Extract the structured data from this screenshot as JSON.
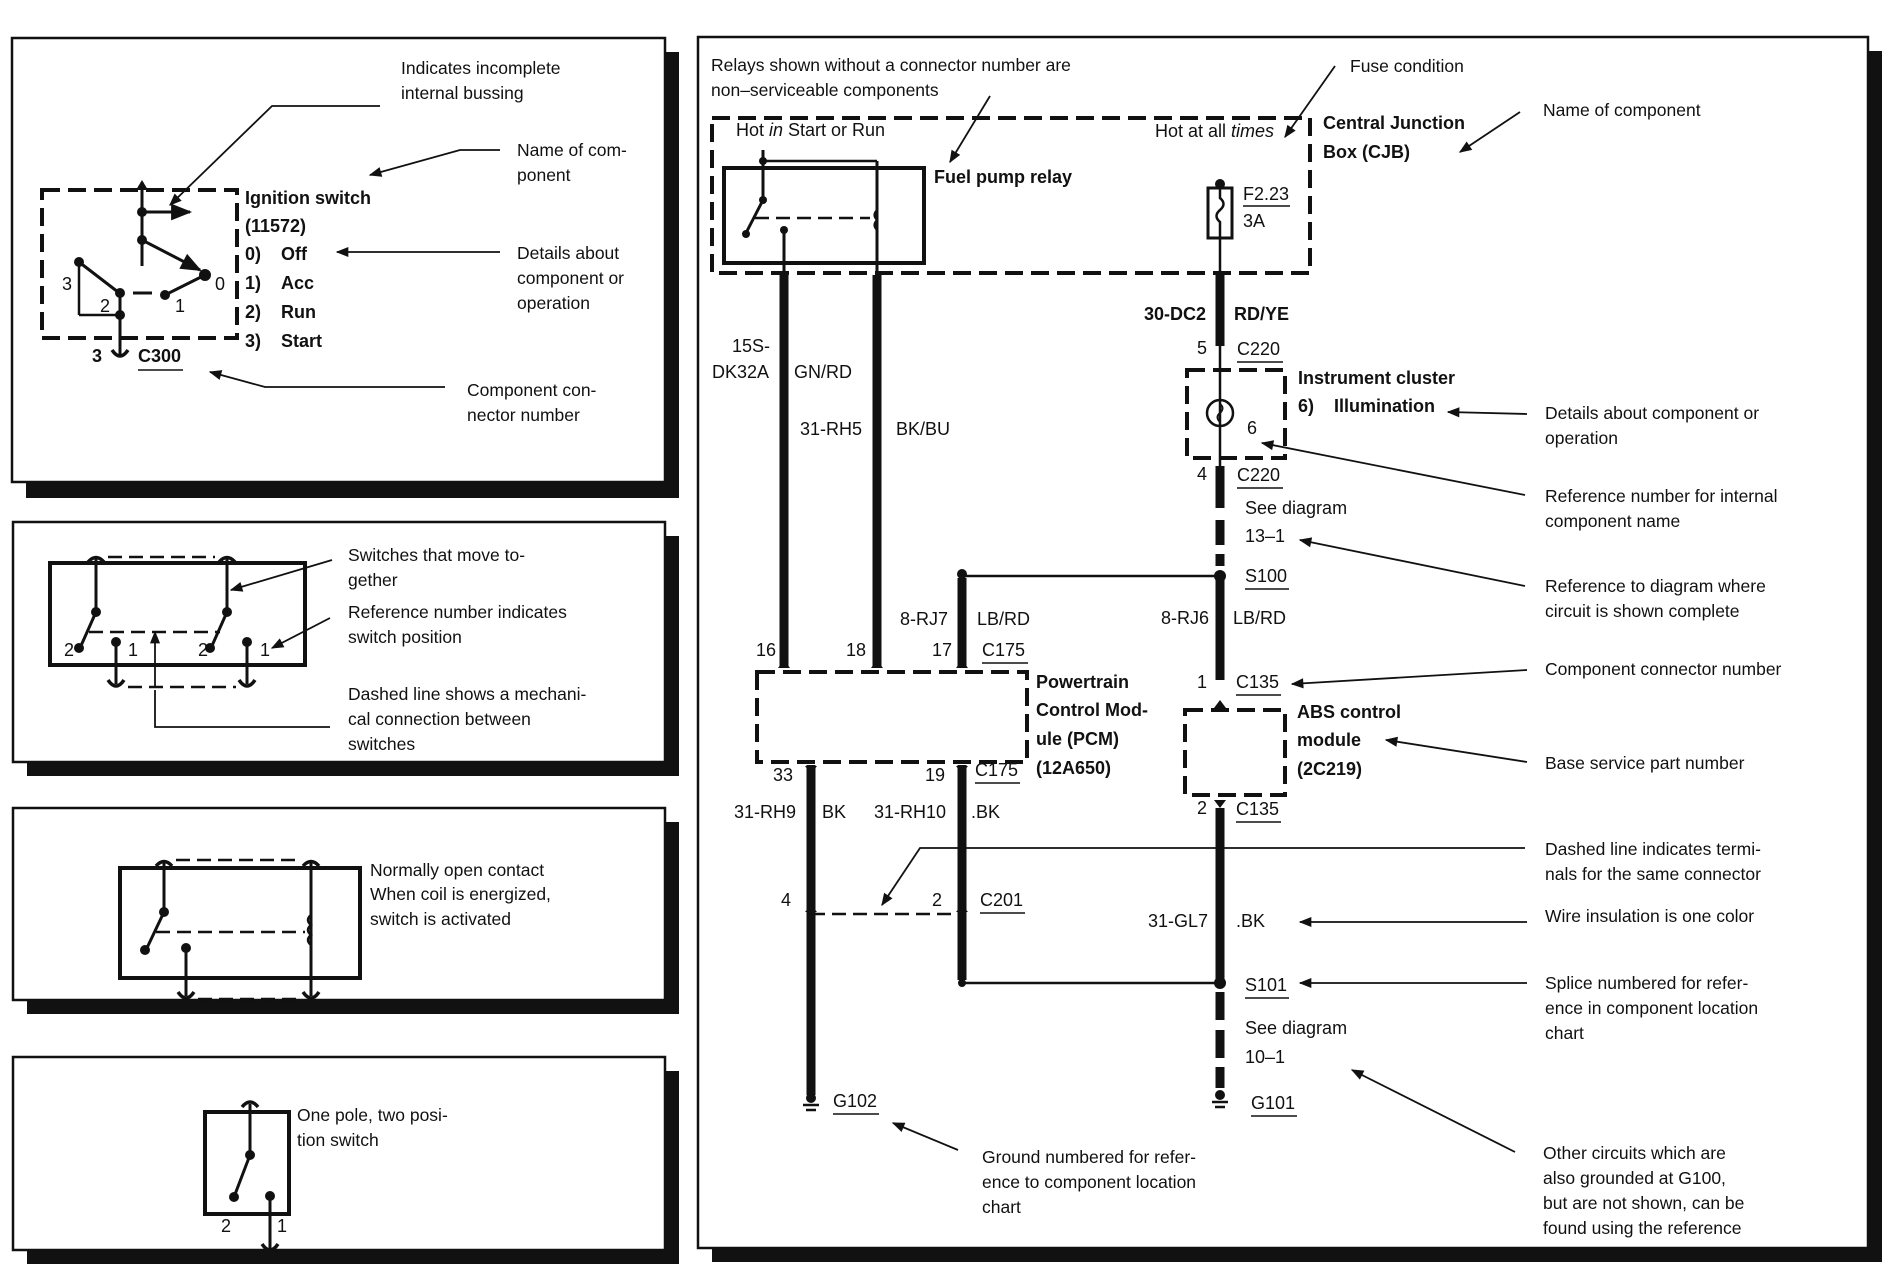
{
  "title": "How to read wiring diagrams - symbol legend",
  "panels": {
    "ignition": {
      "component_name": "Ignition switch",
      "part_number": "(11572)",
      "positions": [
        {
          "num": "0)",
          "label": "Off"
        },
        {
          "num": "1)",
          "label": "Acc"
        },
        {
          "num": "2)",
          "label": "Run"
        },
        {
          "num": "3)",
          "label": "Start"
        }
      ],
      "switch_numbers": [
        "3",
        "2",
        "1",
        "0"
      ],
      "pin": "3",
      "connector": "C300",
      "notes": {
        "bussing": [
          "Indicates incomplete",
          "internal bussing"
        ],
        "name": [
          "Name of com-",
          "ponent"
        ],
        "details": [
          "Details about",
          "component or",
          "operation"
        ],
        "connector": [
          "Component con-",
          "nector number"
        ]
      }
    },
    "ganged": {
      "labels": [
        "2",
        "1",
        "2",
        "1"
      ],
      "notes": {
        "together": [
          "Switches that move to-",
          "gether"
        ],
        "refnum": [
          "Reference number indicates",
          "switch position"
        ],
        "mechanical": [
          "Dashed line shows a mechani-",
          "cal connection between",
          "switches"
        ]
      }
    },
    "relay": {
      "notes": [
        "Normally open contact",
        "When coil is energized,",
        "switch is activated"
      ]
    },
    "single": {
      "labels": [
        "2",
        "1"
      ],
      "notes": [
        "One pole, two posi-",
        "tion switch"
      ]
    }
  },
  "main": {
    "notes": {
      "relays": [
        "Relays shown without a connector number are",
        "non–serviceable components"
      ],
      "fuse_condition": "Fuse condition",
      "name_of_component": "Name of component",
      "details": [
        "Details about component or",
        "operation"
      ],
      "refnum_internal": [
        "Reference number for internal",
        "component name"
      ],
      "ref_diagram": [
        "Reference to diagram where",
        "circuit is shown complete"
      ],
      "connector_number": "Component connector number",
      "base_part": "Base service part number",
      "dashed_terminals": [
        "Dashed line indicates termi-",
        "nals for the same connector"
      ],
      "one_color": "Wire insulation is one color",
      "splice": [
        "Splice numbered for refer-",
        "ence in component location",
        "chart"
      ],
      "ground": [
        "Ground numbered for refer-",
        "ence to component location",
        "chart"
      ],
      "other_circuits": [
        "Other circuits which are",
        "also grounded at G100,",
        "but are not shown, can be",
        "found using the reference"
      ]
    },
    "cjb": {
      "name": [
        "Central Junction",
        "Box (CJB)"
      ],
      "hot_start_run_a": "Hot ",
      "hot_start_run_b": "in",
      "hot_start_run_c": " Start or Run",
      "hot_all_a": "Hot at all ",
      "hot_all_b": "times",
      "relay_name": "Fuel pump relay",
      "fuse_id": "F2.23",
      "fuse_rating": "3A"
    },
    "wires": {
      "w1_circuit": [
        "15S-",
        "DK32A"
      ],
      "w1_color": "GN/RD",
      "w2_circuit": "31-RH5",
      "w2_color": "BK/BU",
      "w3_circuit": "8-RJ7",
      "w3_color": "LB/RD",
      "w4_circuit": "30-DC2",
      "w4_color": "RD/YE",
      "w5_circuit": "8-RJ6",
      "w5_color": "LB/RD",
      "w6_circuit": "31-RH9",
      "w6_color": "BK",
      "w7_circuit": "31-RH10",
      "w7_color": ".BK",
      "w8_circuit": "31-GL7",
      "w8_color": ".BK"
    },
    "cluster": {
      "name": "Instrument cluster",
      "detail_num": "6)",
      "detail": "Illumination",
      "ref": "6",
      "pin_top": "5",
      "pin_bottom": "4",
      "connector": "C220"
    },
    "see1": [
      "See diagram",
      "13–1"
    ],
    "see2": [
      "See diagram",
      "10–1"
    ],
    "s100": "S100",
    "s101": "S101",
    "pcm": {
      "name": [
        "Powertrain",
        "Control Mod-",
        "ule (PCM)",
        "(12A650)"
      ],
      "pins_top": [
        "16",
        "18",
        "17"
      ],
      "pins_bottom": [
        "33",
        "19"
      ],
      "connector": "C175"
    },
    "abs": {
      "name": [
        "ABS control",
        "module",
        "(2C219)"
      ],
      "pin_top": "1",
      "pin_bottom": "2",
      "connector": "C135"
    },
    "c201": {
      "connector": "C201",
      "pin_left": "4",
      "pin_right": "2"
    },
    "g102": "G102",
    "g101": "G101"
  }
}
